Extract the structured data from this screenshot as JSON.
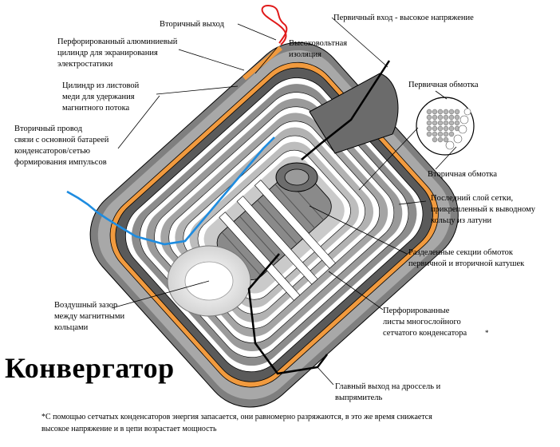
{
  "title": "Конвергатор",
  "labels": {
    "secondary_output": "Вторичный выход",
    "primary_input": "Первичный вход - высокое напряжение",
    "perforated_aluminum": "Перфорированный алюминиевый\nцилиндр для экранирования\nэлектростатики",
    "hv_insulation": "Высоковольтная\nизоляция",
    "copper_cylinder": "Цилиндр из листовой\nмеди для удержания\nмагнитного потока",
    "primary_winding": "Первичная обмотка",
    "secondary_wire": "Вторичный провод\nсвязи с основной батареей\nконденсаторов/сетью\nформирования импульсов",
    "secondary_winding": "Вторичная обмотка",
    "last_mesh_layer": "Последний слой сетки,\nприкрепленный к выводному\nкольцу из латуни",
    "separated_sections": "Разделенные секции обмоток\nпервичной и вторичной катушек",
    "air_gap": "Воздушный зазор\nмежду магнитными\nкольцами",
    "perforated_sheets": "Перфорированные\nлисты многослойного\nсетчатого конденсатора",
    "asterisk": "*",
    "main_output": "Главный выход на дроссель и\nвыпрямитель"
  },
  "footnote": "*С помощью сетчатых конденсаторов энергия запасается, они равномерно разряжаются, в это же время снижается\nвысокое напряжение и в цепи возрастает мощность",
  "colors": {
    "outer_shell": "#7f7f7f",
    "shell_dark": "#5a5a5a",
    "shell_light": "#d2d2d2",
    "insulation": "#f19a3e",
    "secondary_wire": "#1e8ce0",
    "output_wire": "#e01a1a",
    "core": "#8a8a8a"
  }
}
